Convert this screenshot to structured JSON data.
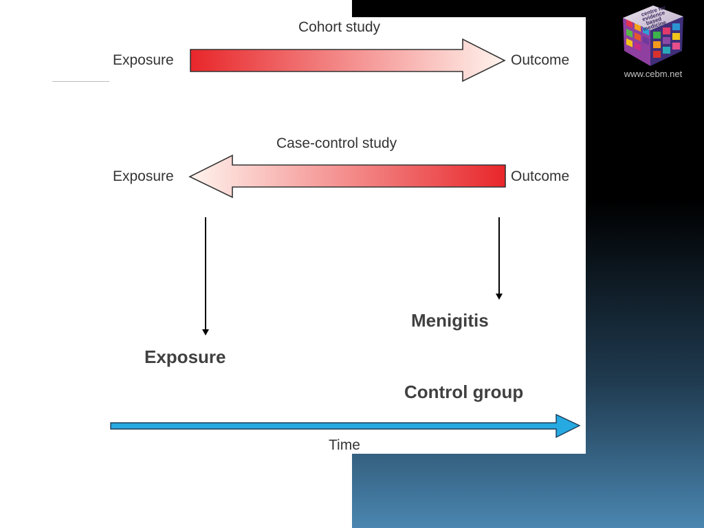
{
  "cohort": {
    "title": "Cohort study",
    "left_label": "Exposure",
    "right_label": "Outcome"
  },
  "case_control": {
    "title": "Case-control study",
    "left_label": "Exposure",
    "right_label": "Outcome"
  },
  "annotations": {
    "meningitis": "Menigitis",
    "exposure": "Exposure",
    "control_group": "Control group"
  },
  "time_axis": {
    "label": "Time"
  },
  "logo": {
    "text_lines": [
      "centre for",
      "evidence",
      "based",
      "medicine"
    ],
    "url": "www.cebm.net"
  },
  "colors": {
    "arrow_red": "#e8262a",
    "arrow_light": "#fff4ee",
    "time_arrow": "#27a9e1",
    "background_top": "#000000",
    "background_bottom": "#4a86b0"
  }
}
